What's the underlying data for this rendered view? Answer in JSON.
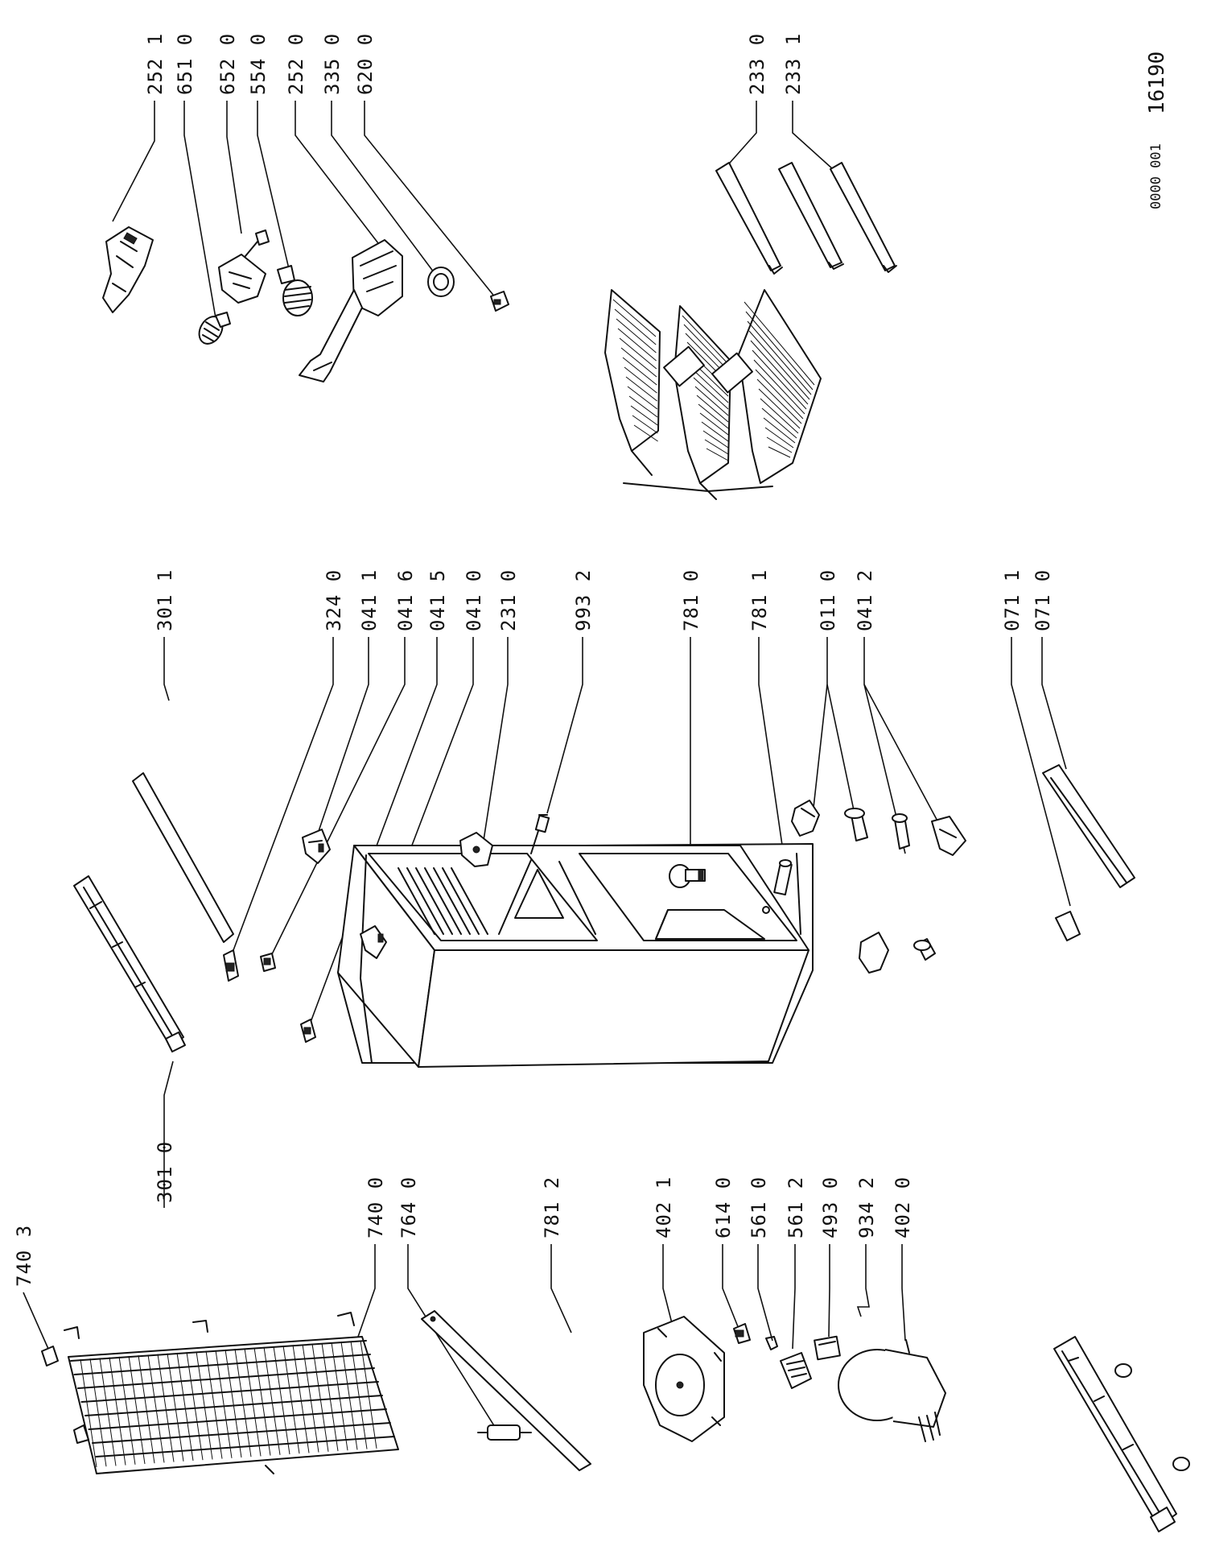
{
  "document": {
    "number_prefix": "0000 001",
    "number": "16190"
  },
  "labels": {
    "l_252_1": "252 1",
    "l_651_0": "651 0",
    "l_652_0": "652 0",
    "l_554_0": "554 0",
    "l_252_0": "252 0",
    "l_335_0": "335 0",
    "l_620_0": "620 0",
    "l_233_0": "233 0",
    "l_233_1": "233 1",
    "l_301_1": "301 1",
    "l_324_0": "324 0",
    "l_041_1": "041 1",
    "l_041_6": "041 6",
    "l_041_5": "041 5",
    "l_041_0": "041 0",
    "l_231_0": "231 0",
    "l_993_2": "993 2",
    "l_781_0": "781 0",
    "l_781_1": "781 1",
    "l_011_0": "011 0",
    "l_041_2": "041 2",
    "l_071_1": "071 1",
    "l_071_0": "071 0",
    "l_740_3": "740 3",
    "l_740_0": "740 0",
    "l_764_0": "764 0",
    "l_301_0": "301 0",
    "l_781_2": "781 2",
    "l_402_1": "402 1",
    "l_614_0": "614 0",
    "l_561_0": "561 0",
    "l_561_2": "561 2",
    "l_493_0": "493 0",
    "l_934_2": "934 2",
    "l_402_0": "402 0"
  }
}
